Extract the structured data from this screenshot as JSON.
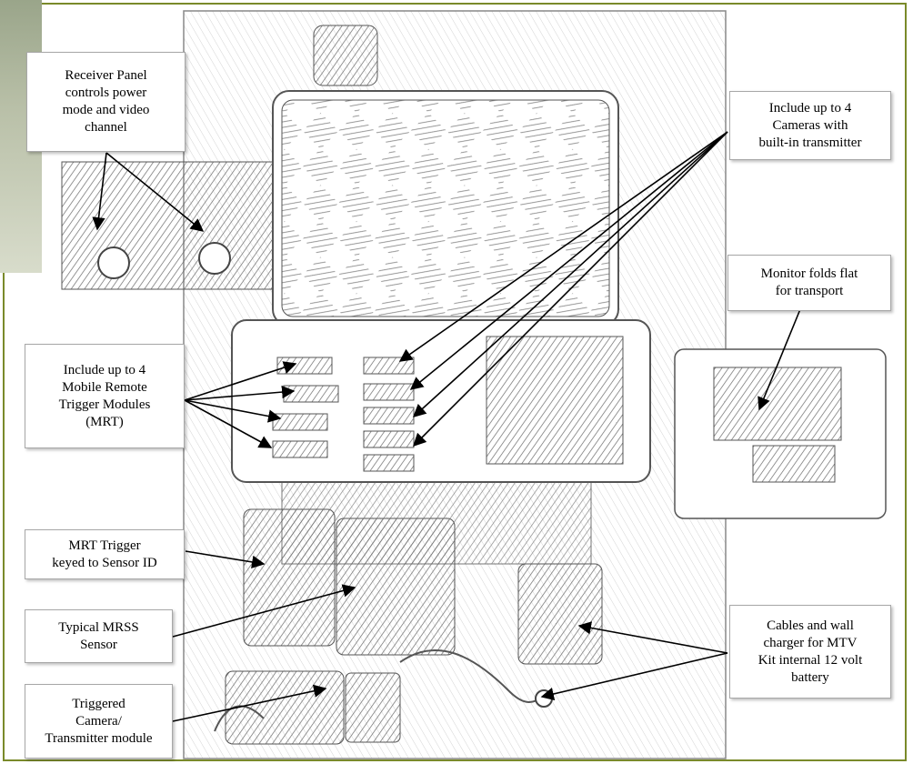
{
  "callouts": {
    "receiver_panel": "Receiver Panel\ncontrols power\nmode and video\nchannel",
    "cameras": "Include up to 4\nCameras with\nbuilt-in transmitter",
    "mrt_modules": "Include up to 4\nMobile Remote\nTrigger Modules\n(MRT)",
    "monitor": "Monitor folds flat\nfor transport",
    "mrt_trigger": "MRT Trigger\nkeyed to Sensor ID",
    "mrss_sensor": "Typical MRSS\nSensor",
    "triggered_camera": "Triggered\nCamera/\nTransmitter module",
    "cables": "Cables and wall\ncharger for MTV\nKit internal 12 volt\nbattery"
  },
  "colors": {
    "border": "#7a8a2a",
    "sketch": "#555555",
    "arrow": "#000000"
  }
}
